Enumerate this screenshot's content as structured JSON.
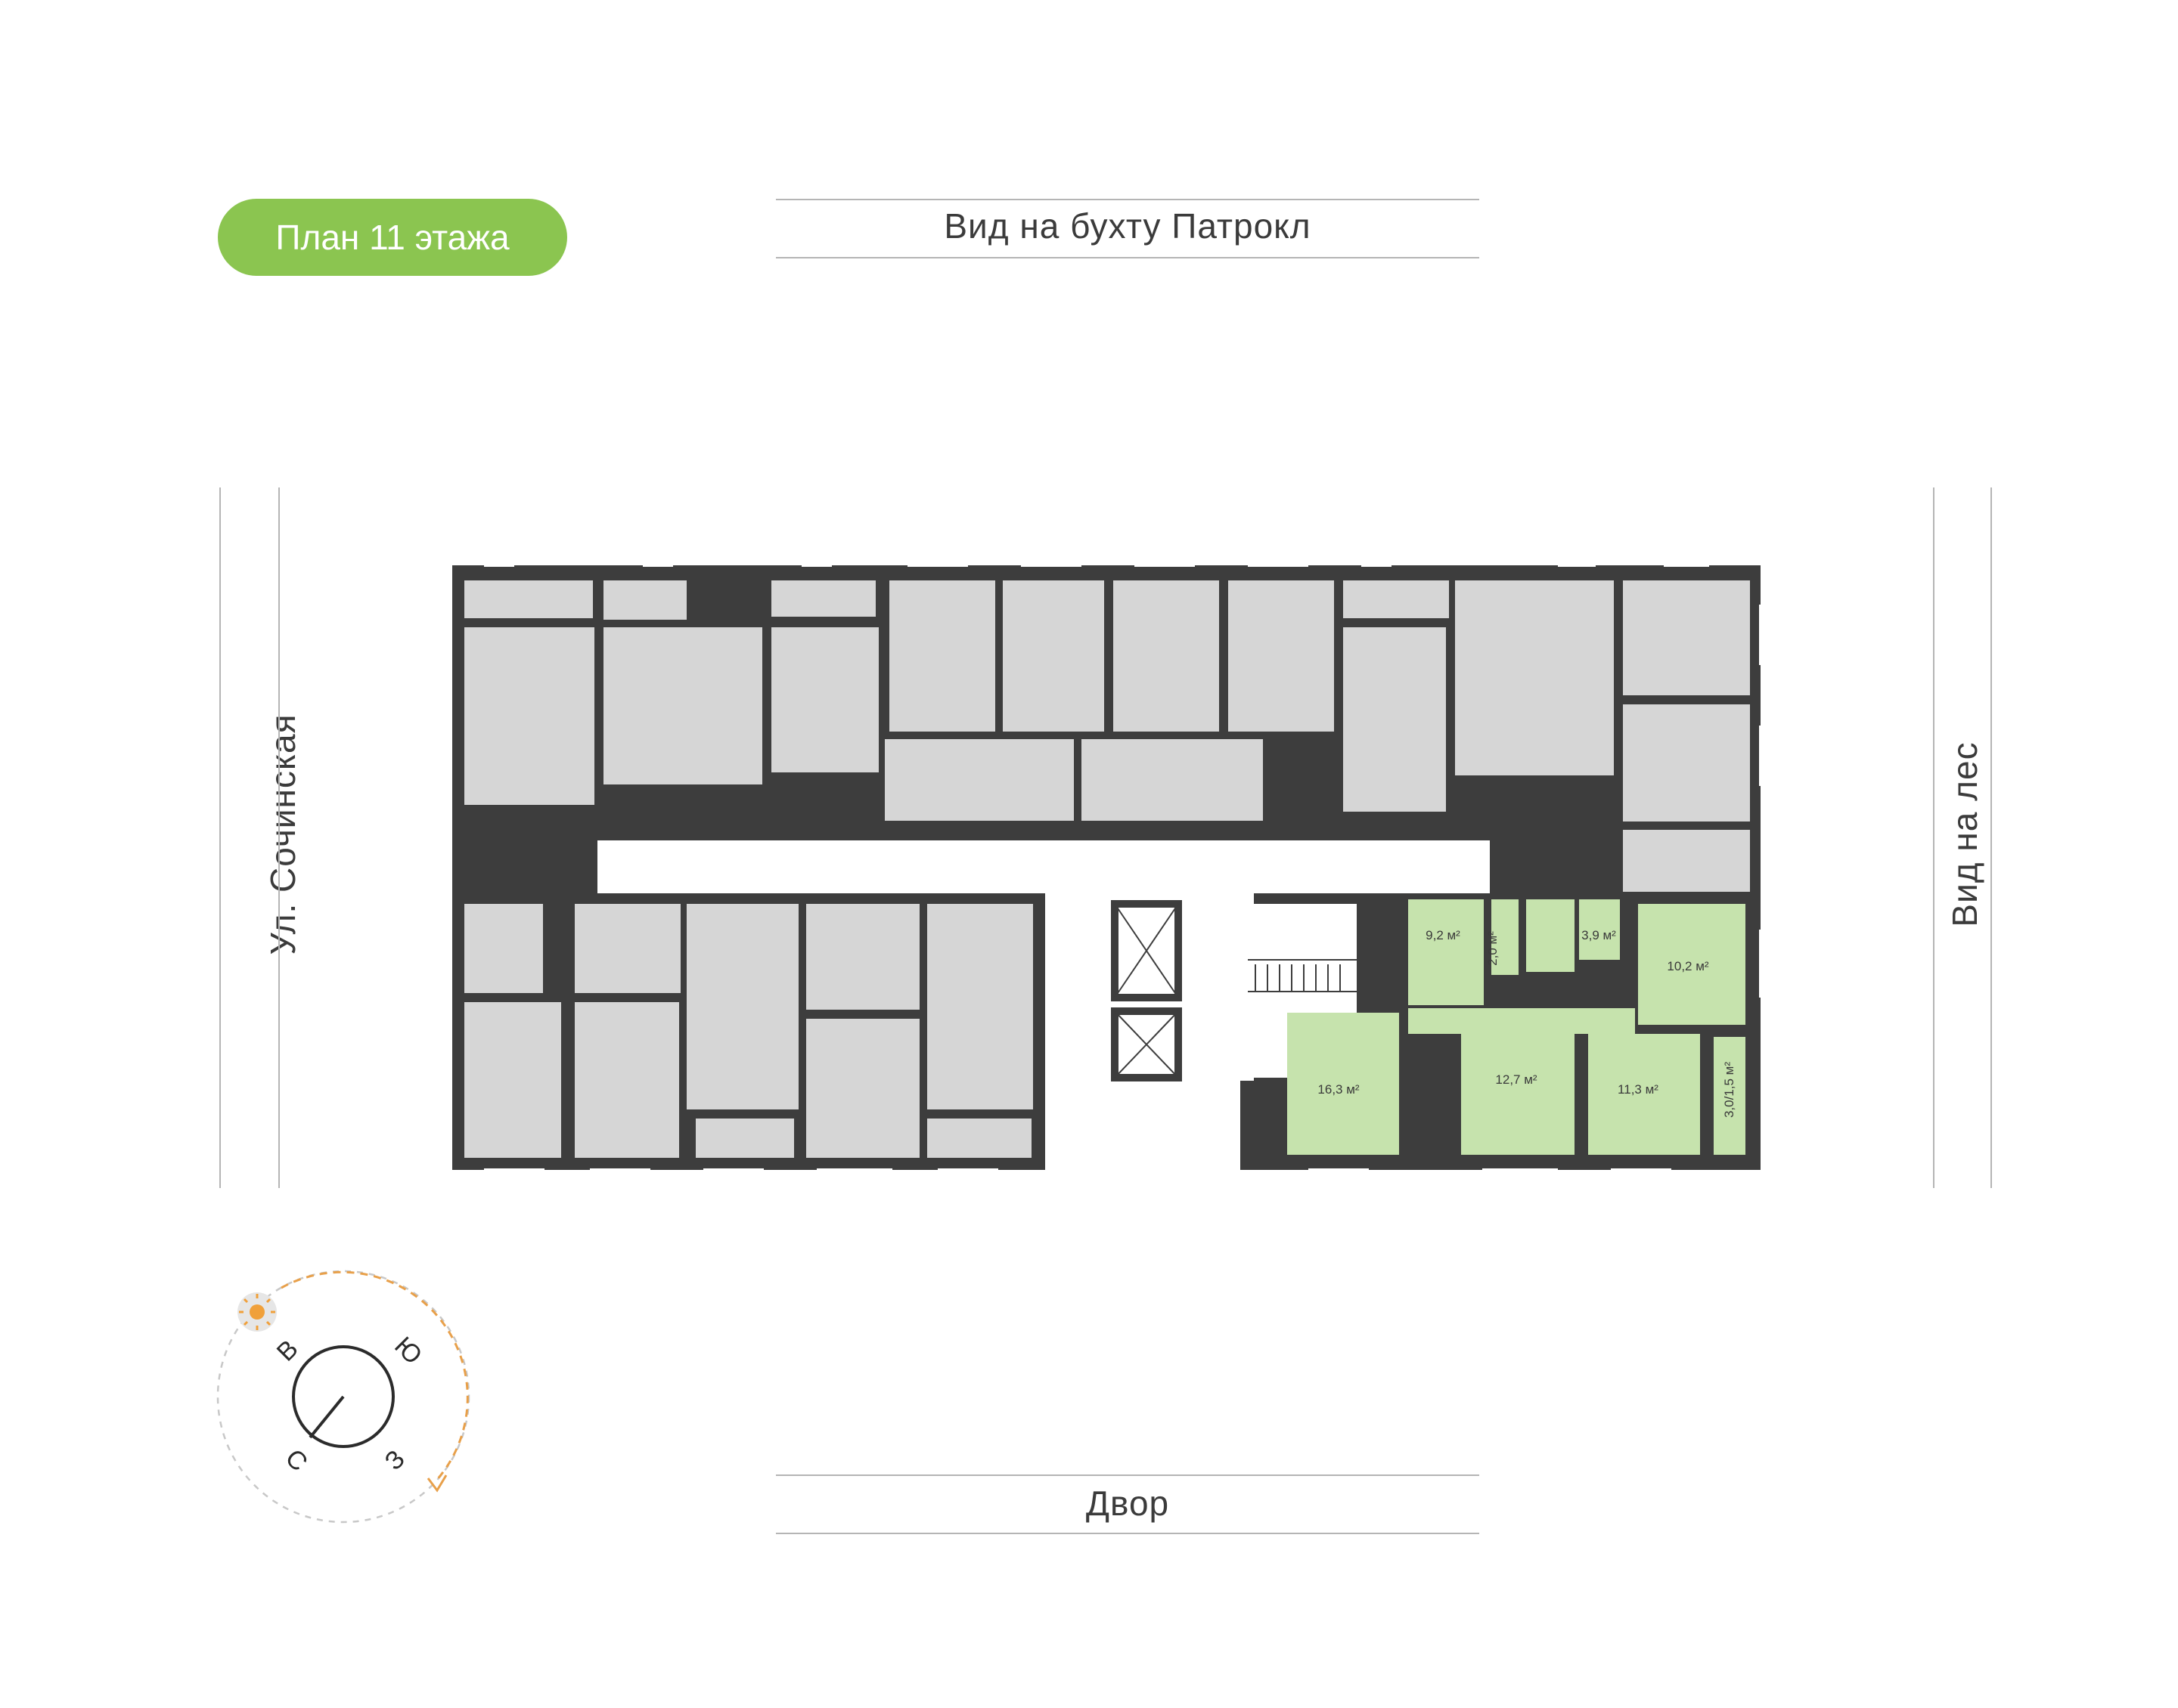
{
  "floor_badge": "План 11 этажа",
  "views": {
    "top": "Вид на бухту Патрокл",
    "bottom": "Двор",
    "left": "Ул. Сочинская",
    "right": "Вид на лес"
  },
  "colors": {
    "badge": "#8bc550",
    "highlight": "#c6e3ad",
    "wall": "#3d3d3d",
    "room": "#d6d6d6",
    "compass_arc": "#e8a04a",
    "sun": "#f0a03a"
  },
  "apartment": {
    "rooms": [
      {
        "name": "kitchen-living",
        "area": "16,3 м²"
      },
      {
        "name": "bedroom-1",
        "area": "12,7 м²"
      },
      {
        "name": "bedroom-2",
        "area": "11,3 м²"
      },
      {
        "name": "bedroom-3",
        "area": "10,2 м²"
      },
      {
        "name": "hall",
        "area": "9,2 м²"
      },
      {
        "name": "bathroom-1",
        "area": "2,0 м²"
      },
      {
        "name": "bathroom-2",
        "area": "3,9 м²"
      },
      {
        "name": "balcony",
        "area": "3,0/1,5 м²"
      }
    ]
  },
  "compass": {
    "north": "С",
    "east": "В",
    "south": "Ю",
    "west": "З"
  }
}
